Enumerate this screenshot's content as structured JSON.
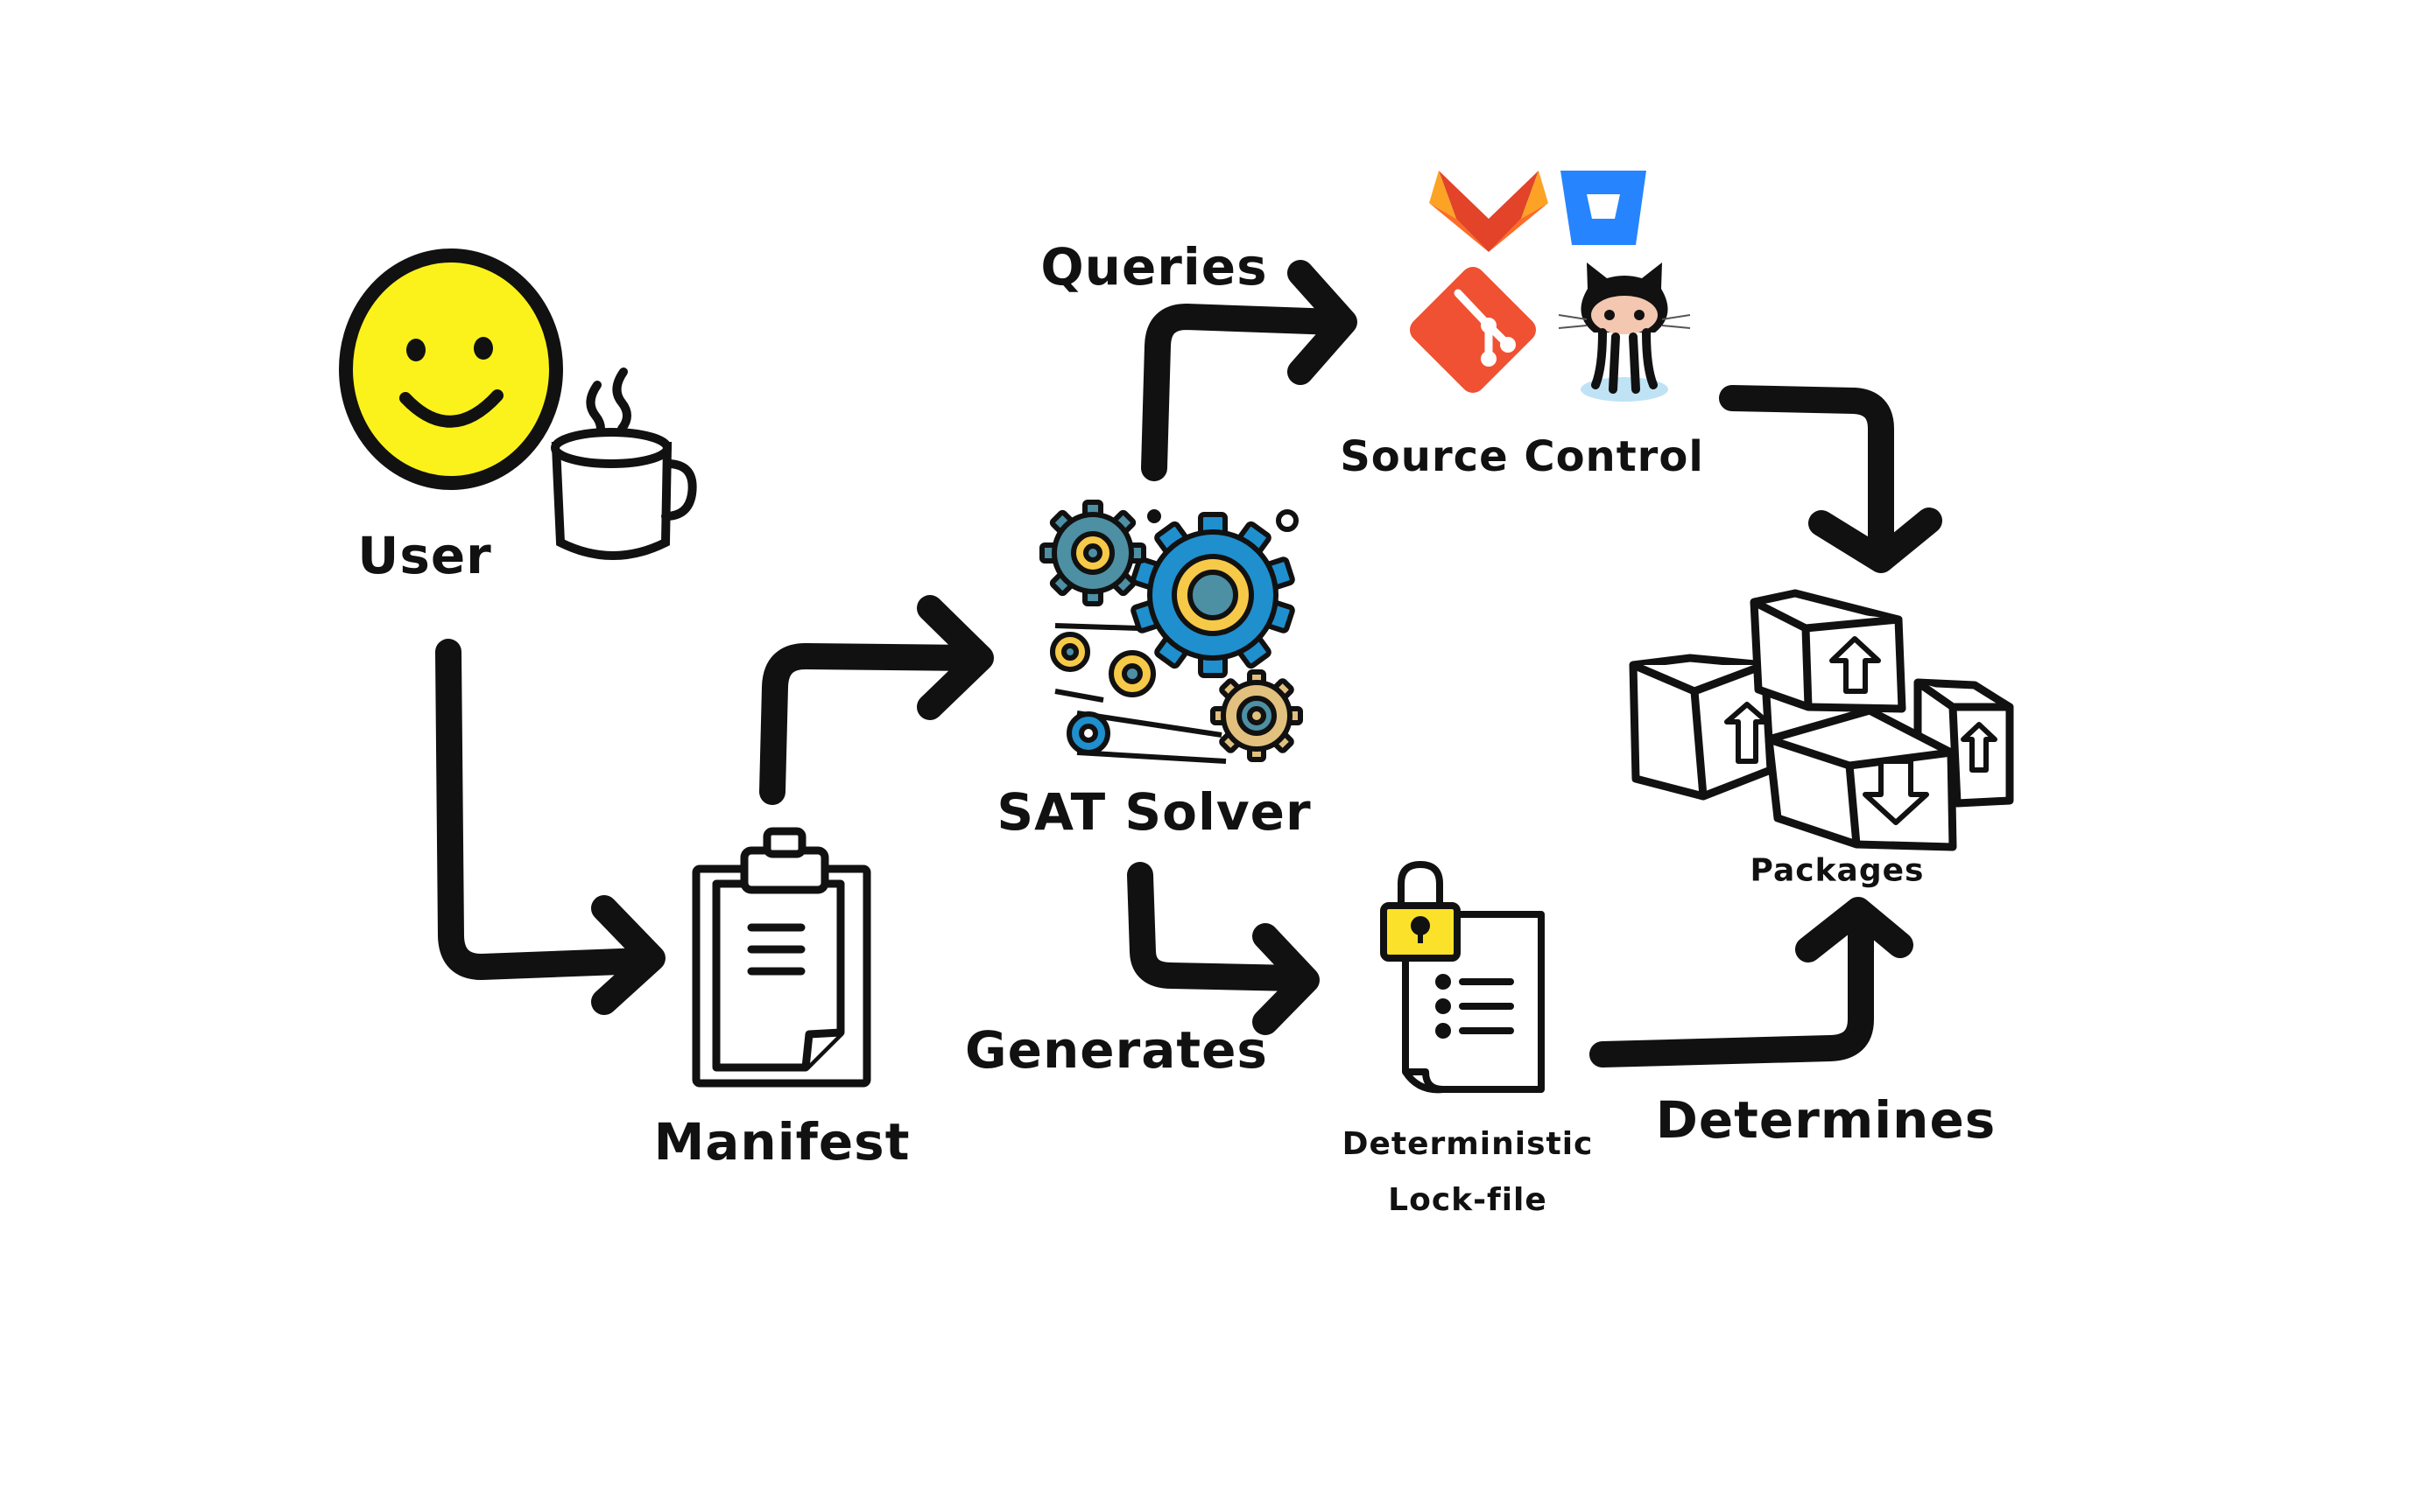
{
  "nodes": {
    "user": {
      "label": "User"
    },
    "manifest": {
      "label": "Manifest"
    },
    "sat_solver": {
      "label": "SAT Solver"
    },
    "source_control": {
      "label": "Source Control"
    },
    "lockfile": {
      "label_line1": "Deterministic",
      "label_line2": "Lock-file"
    },
    "packages": {
      "label": "Packages"
    }
  },
  "edges": {
    "queries": {
      "label": "Queries"
    },
    "generates": {
      "label": "Generates"
    },
    "determines": {
      "label": "Determines"
    }
  },
  "colors": {
    "stroke": "#111111",
    "smiley": "#fbf21c",
    "gear_blue": "#1f8fce",
    "gear_teal": "#4d8fa3",
    "gear_yellow": "#f7c948",
    "gear_tan": "#e2c07e",
    "gitlab_orange": "#e24329",
    "gitlab_light": "#fca326",
    "bitbucket_blue": "#2684ff",
    "git_red": "#f05133",
    "padlock_yellow": "#fce12a"
  },
  "icons": [
    "smiley-icon",
    "coffee-mug-icon",
    "clipboard-icon",
    "gears-icon",
    "gitlab-icon",
    "bitbucket-icon",
    "git-icon",
    "github-octocat-icon",
    "lock-file-icon",
    "padlock-icon",
    "package-boxes-icon"
  ]
}
